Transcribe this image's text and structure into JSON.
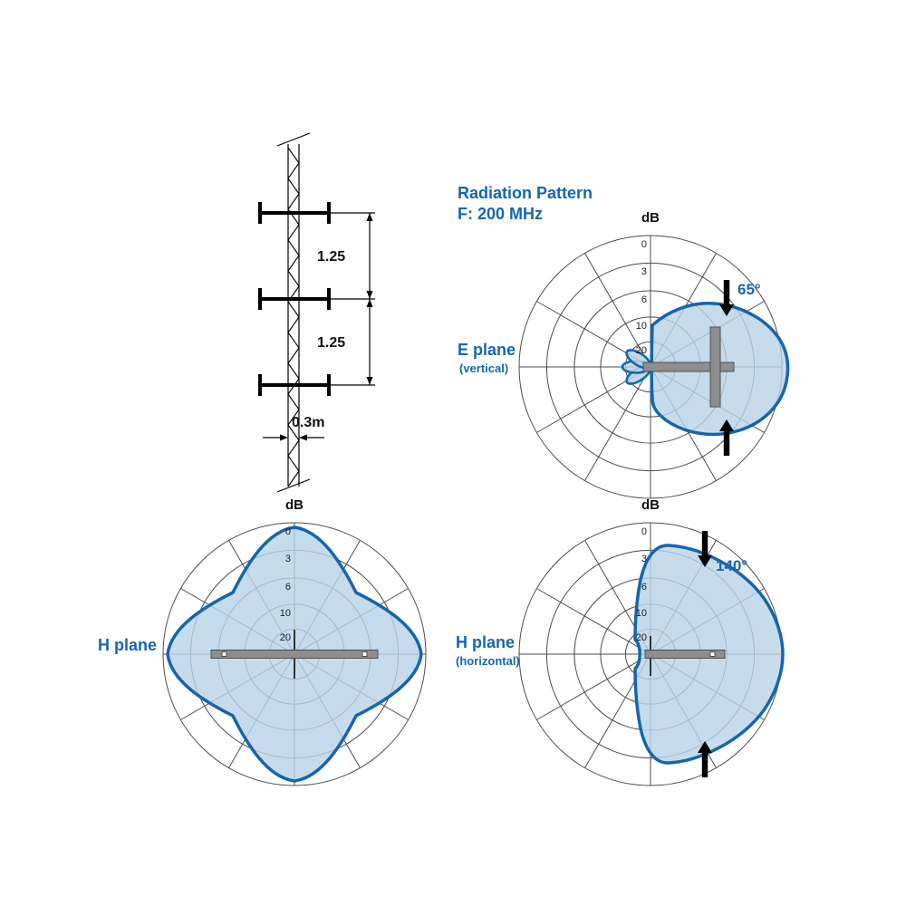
{
  "title": {
    "line1": "Radiation Pattern",
    "line2": "F: 200 MHz"
  },
  "colors": {
    "accent_text": "#1566b0",
    "pattern_fill": "#b8d3e9",
    "pattern_stroke": "#1565ad",
    "grid": "#4c4c4c"
  },
  "mast": {
    "dim_top": "1.25",
    "dim_bottom": "1.25",
    "width_label": "0.3m"
  },
  "plots": {
    "e_plane": {
      "label": "E plane",
      "sublabel": "(vertical)",
      "db_label": "dB",
      "ticks": [
        "0",
        "3",
        "6",
        "10",
        "20"
      ],
      "beamwidth": "65°"
    },
    "h_plane": {
      "label": "H plane",
      "db_label": "dB",
      "ticks": [
        "0",
        "3",
        "6",
        "10",
        "20"
      ]
    },
    "h_plane_h": {
      "label": "H plane",
      "sublabel": "(horizontal)",
      "db_label": "dB",
      "ticks": [
        "0",
        "3",
        "6",
        "10",
        "20"
      ],
      "beamwidth": "140°"
    }
  },
  "chart_data": [
    {
      "type": "polar",
      "name": "E plane (vertical) radiation pattern",
      "frequency": "200 MHz",
      "db_rings": [
        0,
        -3,
        -6,
        -10,
        -20
      ],
      "main_lobe_direction_deg": 0,
      "half_power_beamwidth_deg": 65,
      "back_lobes": 3,
      "grid": "circles every ring, spokes every 30 degrees"
    },
    {
      "type": "polar",
      "name": "H plane radiation pattern (stacked dipoles, top view)",
      "db_rings": [
        0,
        -3,
        -6,
        -10,
        -20
      ],
      "shape": "four-petal clover, lobes at 0/90/180/270 degrees reaching 0 dB, diagonal dips ~ -3 to -6 dB",
      "grid": "circles every ring, spokes every 30 degrees"
    },
    {
      "type": "polar",
      "name": "H plane (horizontal) radiation pattern",
      "db_rings": [
        0,
        -3,
        -6,
        -10,
        -20
      ],
      "main_lobe_direction_deg": 0,
      "half_power_beamwidth_deg": 140,
      "grid": "circles every ring, spokes every 30 degrees"
    }
  ]
}
